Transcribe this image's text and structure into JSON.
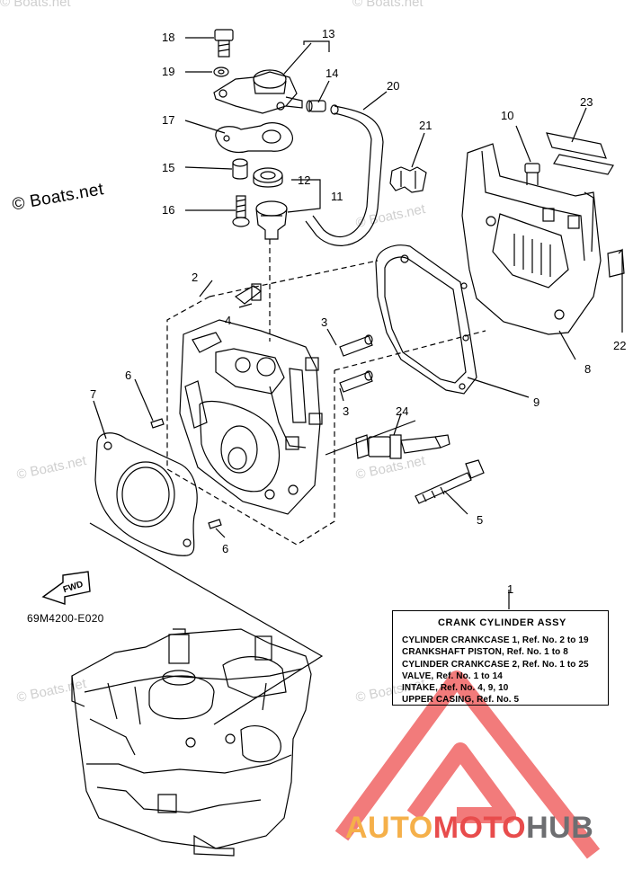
{
  "watermark": {
    "copyright": "© Boats.net",
    "faint": "© Boats.net"
  },
  "reference_code": "69M4200-E020",
  "fwd_label": "FWD",
  "callouts": [
    "18",
    "19",
    "13",
    "14",
    "20",
    "17",
    "15",
    "12",
    "11",
    "16",
    "21",
    "10",
    "23",
    "2",
    "4",
    "3",
    "3",
    "6",
    "7",
    "24",
    "6",
    "5",
    "8",
    "9",
    "22",
    "1"
  ],
  "info_box": {
    "title": "CRANK CYLINDER ASSY",
    "rows": [
      "CYLINDER CRANKCASE 1, Ref. No. 2 to 19",
      "CRANKSHAFT PISTON,      Ref. No. 1 to 8",
      "CYLINDER CRANKCASE 2, Ref. No. 1 to 25",
      "VALVE,   Ref. No. 1 to 14",
      "INTAKE, Ref. No. 4, 9, 10",
      "UPPER CASING, Ref. No. 5"
    ]
  },
  "brand": {
    "part1": "AUTO",
    "part2": "MOTO",
    "part3": "HUB"
  },
  "colors": {
    "brand_orange": "#f5b04a",
    "brand_red": "#e84c4c",
    "brand_gray": "#6d6e71",
    "logo_red": "#f06464",
    "watermark": "#cfcfcf"
  }
}
